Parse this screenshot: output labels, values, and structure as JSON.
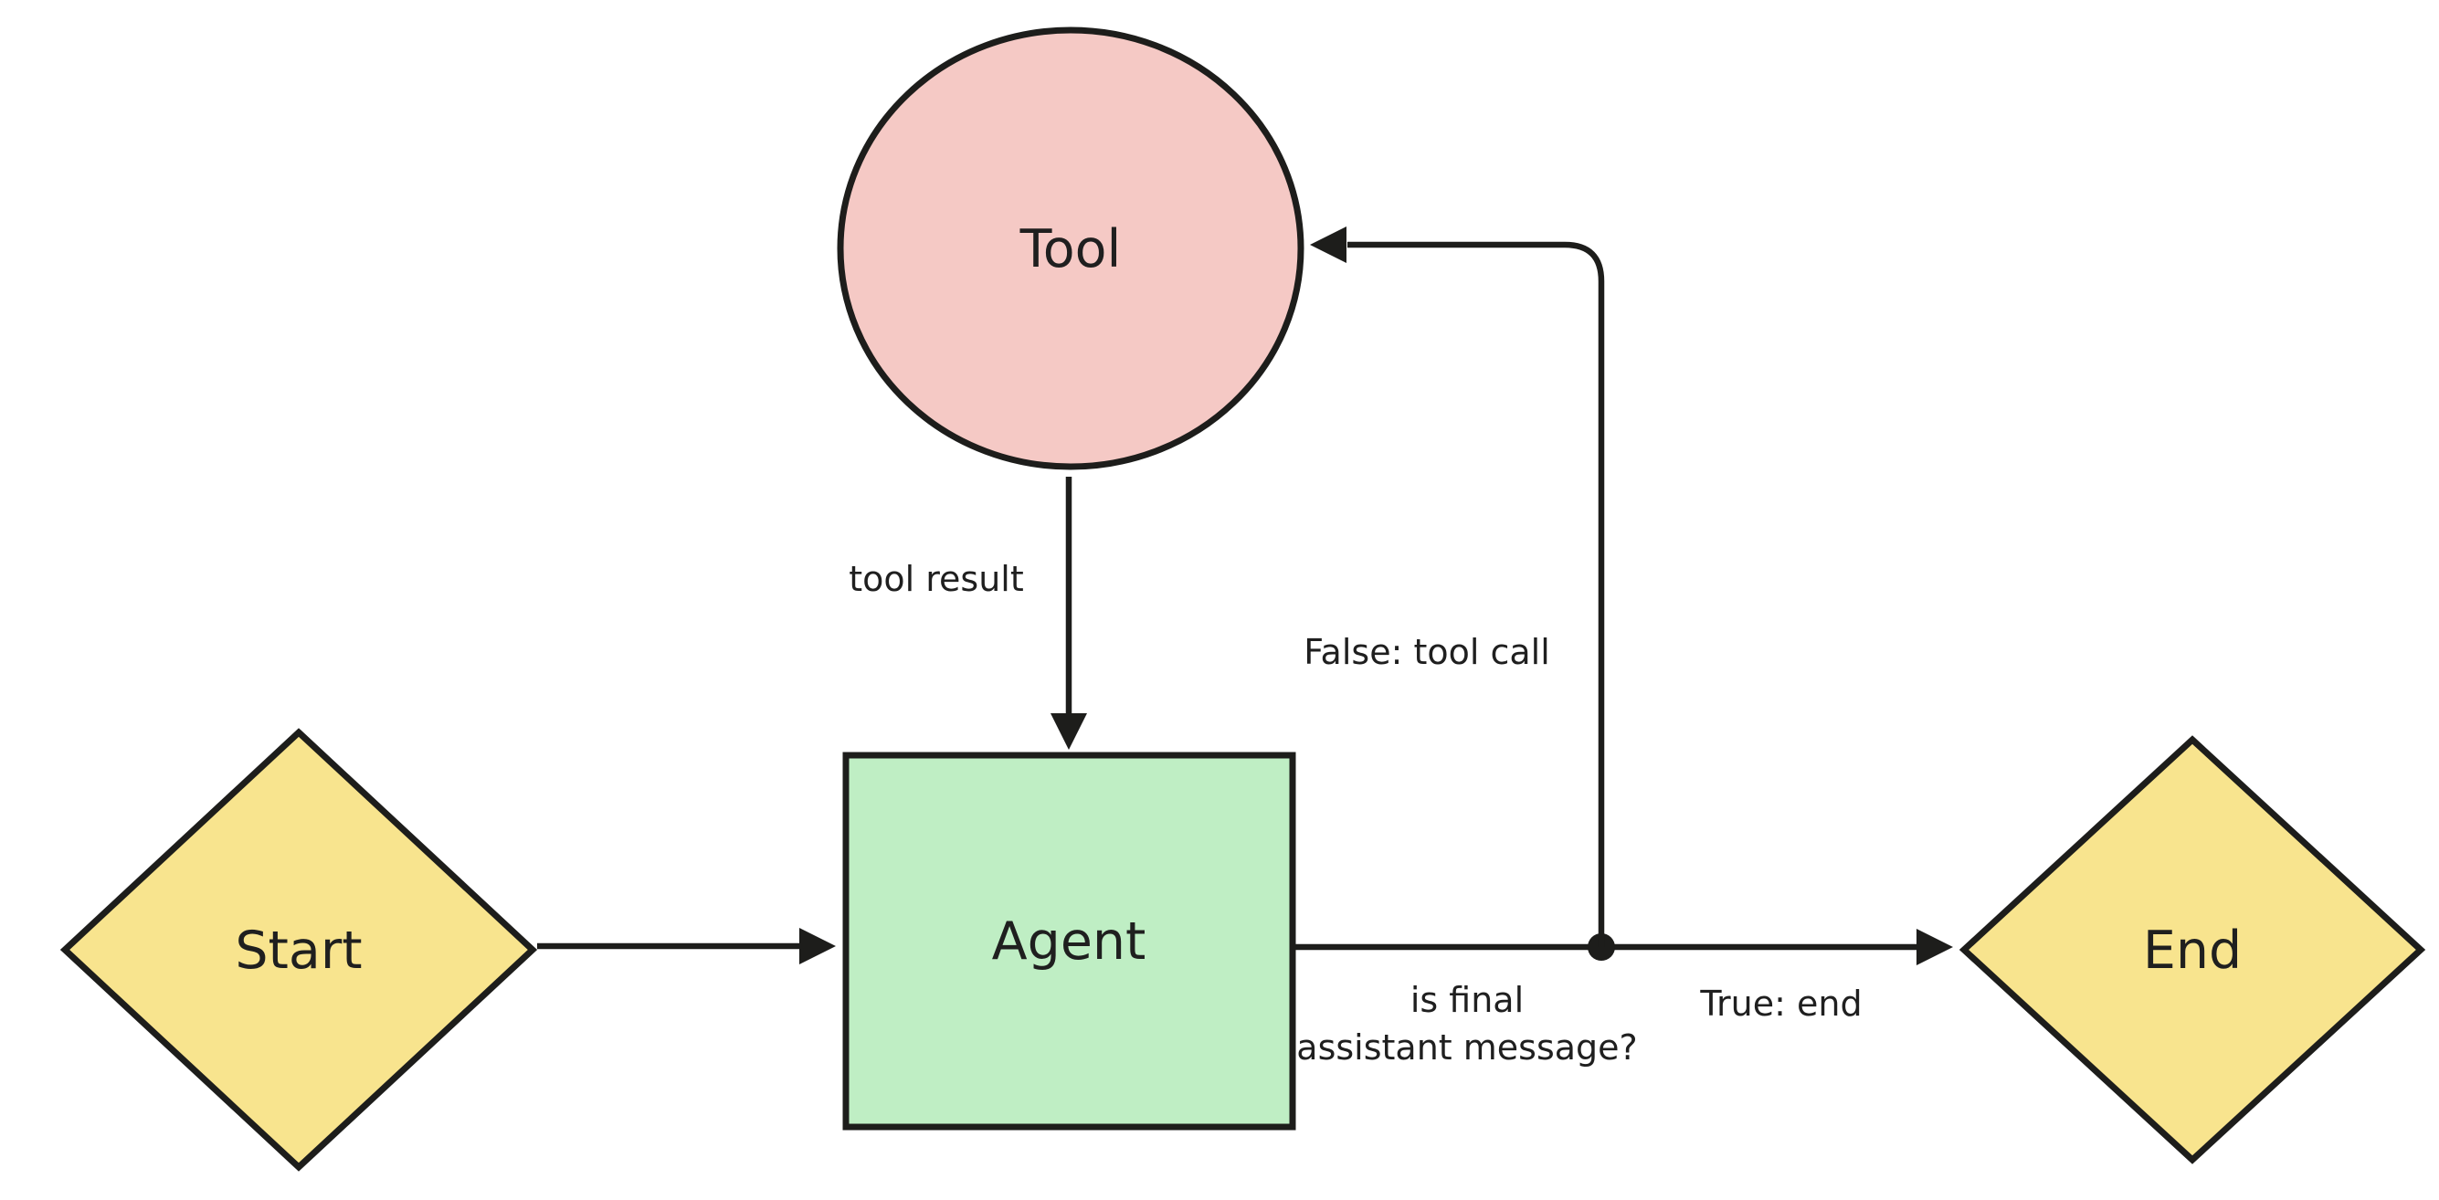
{
  "canvas": {
    "background": "#ffffff",
    "type": "flowchart"
  },
  "colors": {
    "stroke": "#1d1d1b",
    "node_text": "#1f1f1f",
    "tool_fill": "#f5c9c5",
    "agent_fill": "#bfeec4",
    "terminal_fill": "#f8e48e",
    "false_label_color": "#cd4a3d",
    "true_label_color": "#4e9e52"
  },
  "nodes": {
    "start": {
      "label": "Start",
      "shape": "diamond"
    },
    "agent": {
      "label": "Agent",
      "shape": "rectangle"
    },
    "tool": {
      "label": "Tool",
      "shape": "circle"
    },
    "end": {
      "label": "End",
      "shape": "diamond"
    }
  },
  "edge_labels": {
    "tool_result": "tool result",
    "false_branch": "False: tool call",
    "question_line1": "is final",
    "question_line2": "assistant message?",
    "true_branch": "True: end"
  }
}
